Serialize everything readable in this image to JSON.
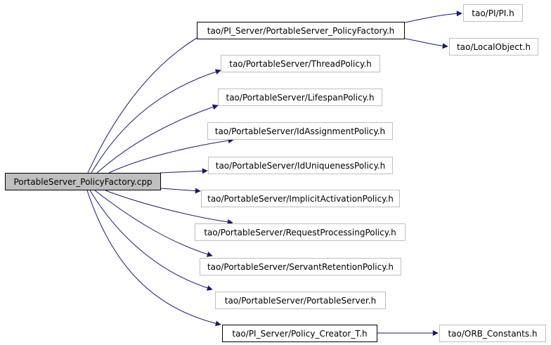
{
  "root": {
    "label": "PortableServer_PolicyFactory.cpp"
  },
  "policy_factory_header": {
    "label": "tao/PI_Server/PortableServer_PolicyFactory.h"
  },
  "policy_creator_header": {
    "label": "tao/PI_Server/Policy_Creator_T.h"
  },
  "pi_header": {
    "label": "tao/PI/PI.h"
  },
  "local_object_header": {
    "label": "tao/LocalObject.h"
  },
  "orb_constants_header": {
    "label": "tao/ORB_Constants.h"
  },
  "portable_server_headers": [
    {
      "label": "tao/PortableServer/ThreadPolicy.h"
    },
    {
      "label": "tao/PortableServer/LifespanPolicy.h"
    },
    {
      "label": "tao/PortableServer/IdAssignmentPolicy.h"
    },
    {
      "label": "tao/PortableServer/IdUniquenessPolicy.h"
    },
    {
      "label": "tao/PortableServer/ImplicitActivationPolicy.h"
    },
    {
      "label": "tao/PortableServer/RequestProcessingPolicy.h"
    },
    {
      "label": "tao/PortableServer/ServantRetentionPolicy.h"
    },
    {
      "label": "tao/PortableServer/PortableServer.h"
    }
  ],
  "colors": {
    "edge": "#191970",
    "root_fill": "#bfbfbf",
    "node_border": "#bfbfbf",
    "strong_border": "#000000"
  }
}
